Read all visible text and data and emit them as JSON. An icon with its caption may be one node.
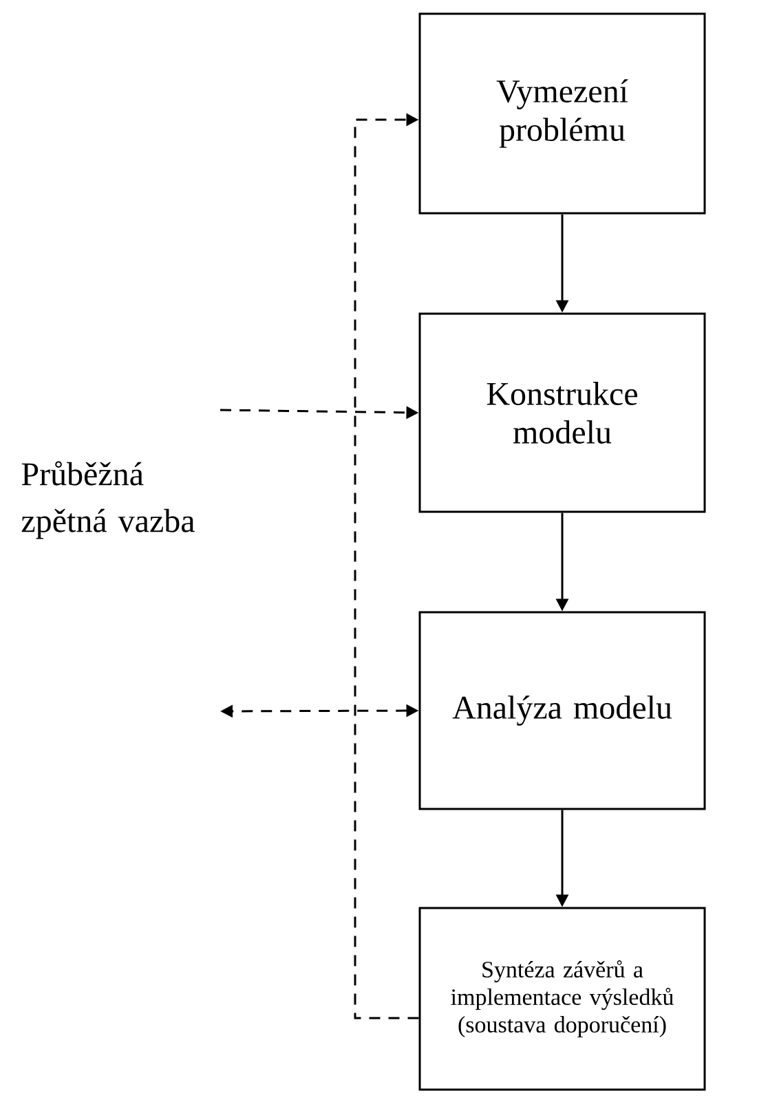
{
  "diagram": {
    "nodes": [
      {
        "text": [
          "Vymezení problému"
        ]
      },
      {
        "text": [
          "Konstrukce modelu"
        ]
      },
      {
        "text": [
          "Analýza modelu"
        ]
      },
      {
        "text": [
          "Syntéza závěrů a implementace výsledků (soustava doporučení)"
        ]
      }
    ],
    "edges": [
      {
        "from": 0,
        "to": 1,
        "arrow": "to"
      },
      {
        "from": 1,
        "to": 2,
        "arrow": "to"
      },
      {
        "from": 2,
        "to": 3,
        "arrow": "to"
      },
      {
        "from": 3,
        "to": 0,
        "arrow": "to",
        "style": "dashed"
      },
      {
        "from": null,
        "to": 1,
        "arrow": "to",
        "style": "dashed"
      },
      {
        "from": 2,
        "to": null,
        "arrow": "both",
        "style": "dashed"
      }
    ],
    "labels": [
      "Průběžná zpětná vazba"
    ]
  }
}
